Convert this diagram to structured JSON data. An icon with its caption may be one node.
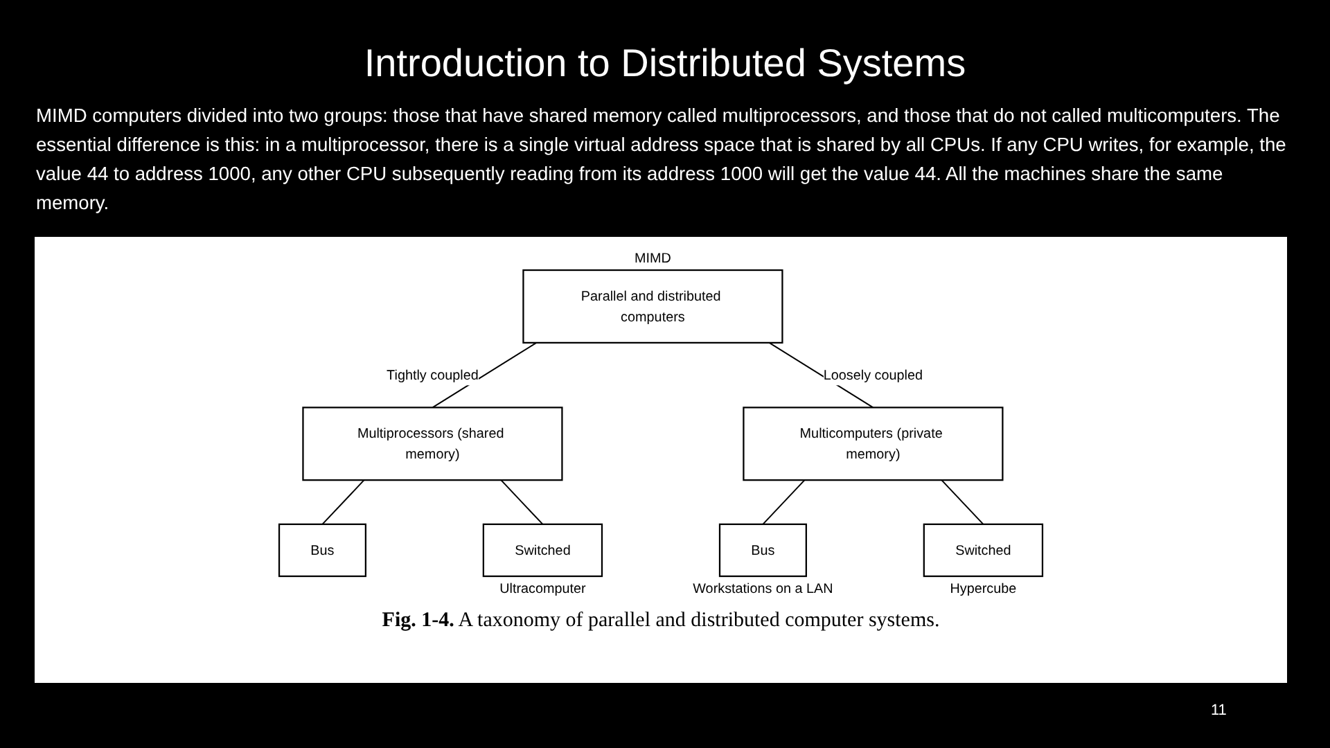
{
  "diagram": {
    "title": "Introduction to Distributed Systems",
    "caption": "**Fig. 1-4.** A taxonomy of parallel and distributed computer systems.",
    "nodes": [
      {
        "text": [
          "Parallel and distributed computers"
        ],
        "beside": [
          "MIMD"
        ]
      },
      {
        "text": [
          "Multiprocessors (shared memory)"
        ]
      },
      {
        "text": [
          "Multicomputers (private memory)"
        ]
      },
      {
        "text": [
          "Bus"
        ]
      },
      {
        "text": [
          "Switched"
        ],
        "beside": [
          "Ultracomputer"
        ]
      },
      {
        "text": [
          "Bus"
        ],
        "beside": [
          "Workstations on a LAN"
        ]
      },
      {
        "text": [
          "Switched"
        ],
        "beside": [
          "Hypercube"
        ]
      }
    ],
    "edges": [
      {
        "from": 0,
        "to": 1,
        "arrow": "none",
        "label": "Tightly coupled"
      },
      {
        "from": 0,
        "to": 2,
        "arrow": "none",
        "label": "Loosely coupled"
      },
      {
        "from": 1,
        "to": 3,
        "arrow": "none"
      },
      {
        "from": 1,
        "to": 4,
        "arrow": "none"
      },
      {
        "from": 2,
        "to": 5,
        "arrow": "none"
      },
      {
        "from": 2,
        "to": 6,
        "arrow": "none"
      }
    ],
    "labels": [
      "MIMD computers divided into two groups: those that have shared memory called multiprocessors, and those that do not called multicomputers. The essential difference is this: in a multiprocessor, there is a single virtual address space that is shared by all CPUs. If any CPU writes, for example, the value 44 to address 1000, any other CPU subsequently reading from its address 1000 will get the value 44. All the machines share the same memory.",
      "11"
    ]
  }
}
